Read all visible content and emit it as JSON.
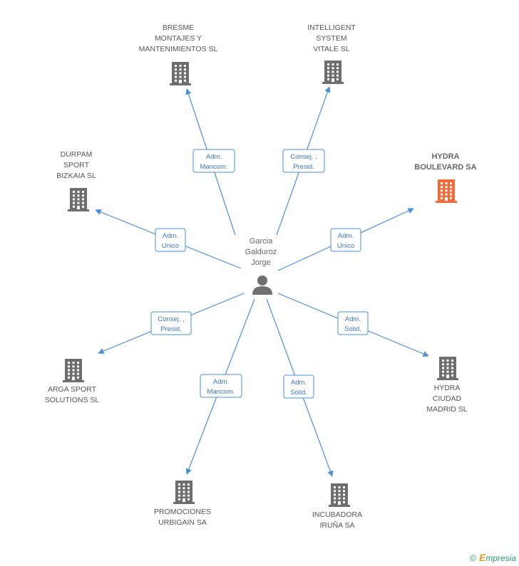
{
  "person": {
    "name_lines": [
      "Garcia",
      "Galduroz",
      "Jorge"
    ],
    "icon": "person-icon"
  },
  "colors": {
    "edge": "#4a8fdc",
    "building_default": "#6e6e6e",
    "building_highlight": "#f26a3a"
  },
  "companies": [
    {
      "id": "bresme",
      "lines": [
        "BRESME",
        "MONTAJES Y",
        "MANTENIMIENTOS SL"
      ],
      "role": [
        "Adm.",
        "Mancom."
      ],
      "highlight": false,
      "icon": "building-icon"
    },
    {
      "id": "intelligent",
      "lines": [
        "INTELLIGENT",
        "SYSTEM",
        "VITALE SL"
      ],
      "role": [
        "Consej. ,",
        "Presid."
      ],
      "highlight": false,
      "icon": "building-icon"
    },
    {
      "id": "durpam",
      "lines": [
        "DURPAM",
        "SPORT",
        "BIZKAIA SL"
      ],
      "role": [
        "Adm.",
        "Unico"
      ],
      "highlight": false,
      "icon": "building-icon"
    },
    {
      "id": "hydra-boulevard",
      "lines": [
        "HYDRA",
        "BOULEVARD SA"
      ],
      "role": [
        "Adm.",
        "Unico"
      ],
      "highlight": true,
      "icon": "building-icon"
    },
    {
      "id": "arga",
      "lines": [
        "ARGA SPORT",
        "SOLUTIONS  SL"
      ],
      "role": [
        "Consej. ,",
        "Presid."
      ],
      "highlight": false,
      "icon": "building-icon"
    },
    {
      "id": "hydra-ciudad",
      "lines": [
        "HYDRA",
        "CIUDAD",
        "MADRID SL"
      ],
      "role": [
        "Adm.",
        "Solid."
      ],
      "highlight": false,
      "icon": "building-icon"
    },
    {
      "id": "promociones",
      "lines": [
        "PROMOCIONES",
        "URBIGAIN SA"
      ],
      "role": [
        "Adm.",
        "Mancom."
      ],
      "highlight": false,
      "icon": "building-icon"
    },
    {
      "id": "incubadora",
      "lines": [
        "INCUBADORA",
        "IRUÑA SA"
      ],
      "role": [
        "Adm.",
        "Solid."
      ],
      "highlight": false,
      "icon": "building-icon"
    }
  ],
  "footer": {
    "copyright": "©",
    "brand_first": "E",
    "brand_rest": "mpresia"
  }
}
